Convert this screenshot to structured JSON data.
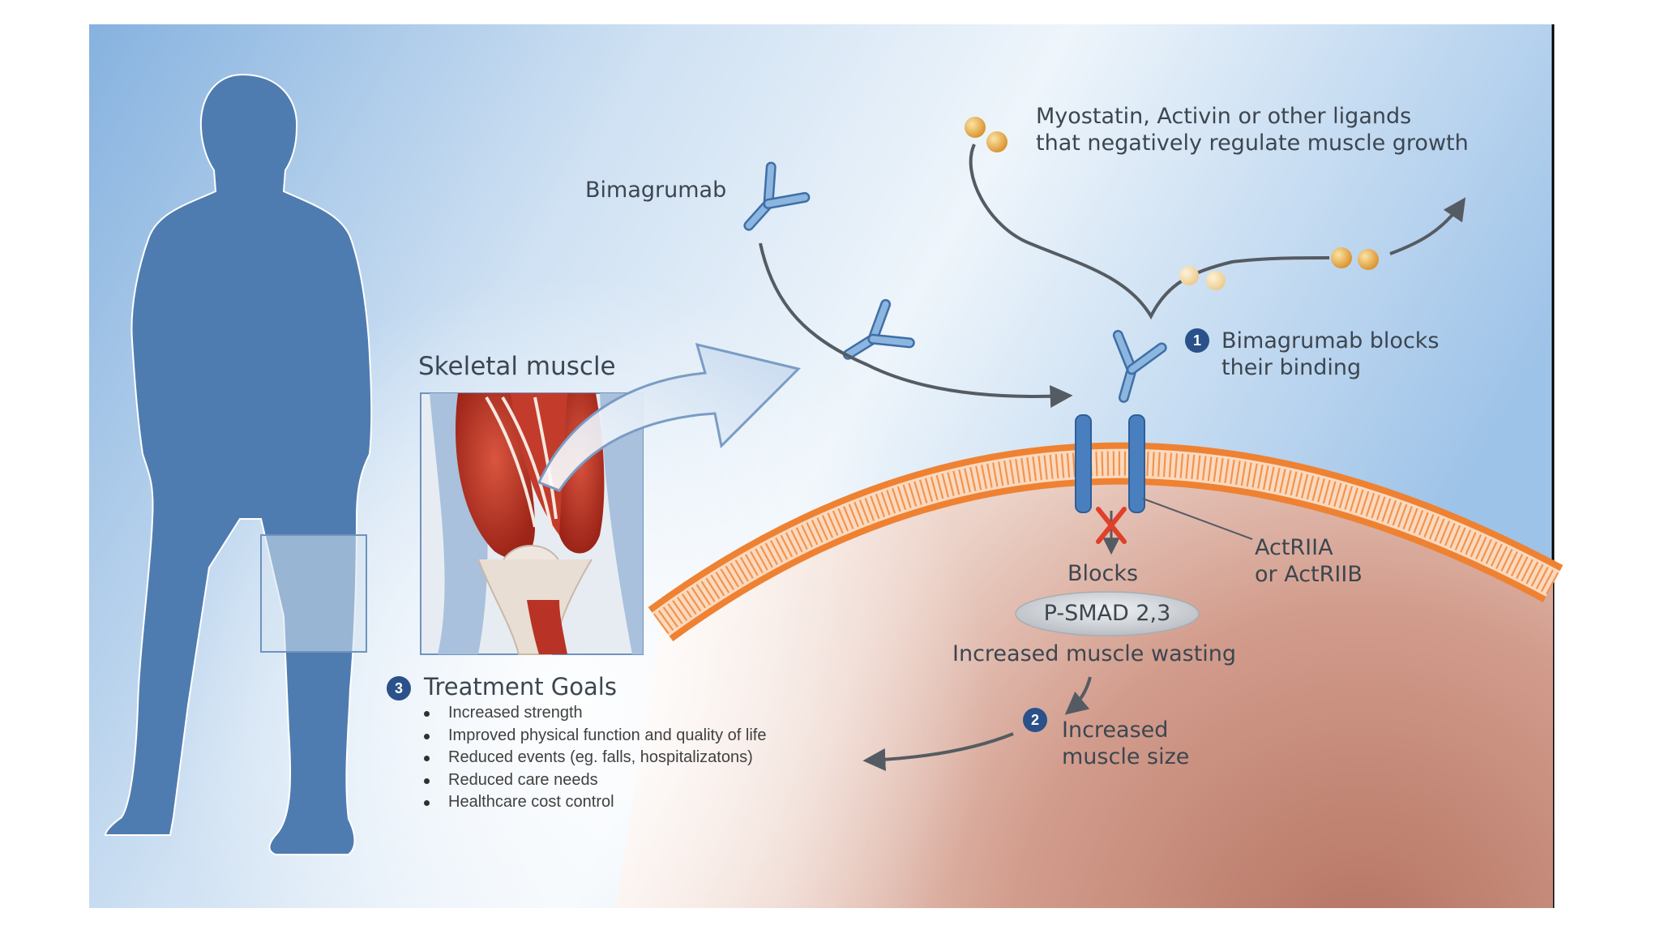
{
  "labels": {
    "ligands_line1": "Myostatin, Activin or other ligands",
    "ligands_line2": "that negatively regulate muscle growth",
    "bimagrumab": "Bimagrumab",
    "skeletal_muscle": "Skeletal muscle",
    "step1_line1": "Bimagrumab blocks",
    "step1_line2": "their binding",
    "receptor_line1": "ActRIIA",
    "receptor_line2": "or ActRIIB",
    "blocks": "Blocks",
    "psmad": "P-SMAD 2,3",
    "wasting": "Increased muscle wasting",
    "step2_line1": "Increased",
    "step2_line2": "muscle size",
    "goals_title": "Treatment Goals"
  },
  "steps": {
    "one": "1",
    "two": "2",
    "three": "3"
  },
  "goals": [
    "Increased strength",
    "Improved physical function and quality of life",
    "Reduced events (eg. falls, hospitalizatons)",
    "Reduced care needs",
    "Healthcare cost control"
  ],
  "colors": {
    "silhouette": "#4f7cb0",
    "antibody": "#6e9fd0",
    "membrane": "#f0873a",
    "ligand": "#e8a53c",
    "step_badge": "#2a5189",
    "block_x": "#e0402a",
    "muscle_red": "#b83326"
  },
  "icons": [
    "antibody-icon",
    "ligand-pair-icon",
    "receptor-icon",
    "block-x-icon",
    "curved-arrow-icon"
  ]
}
